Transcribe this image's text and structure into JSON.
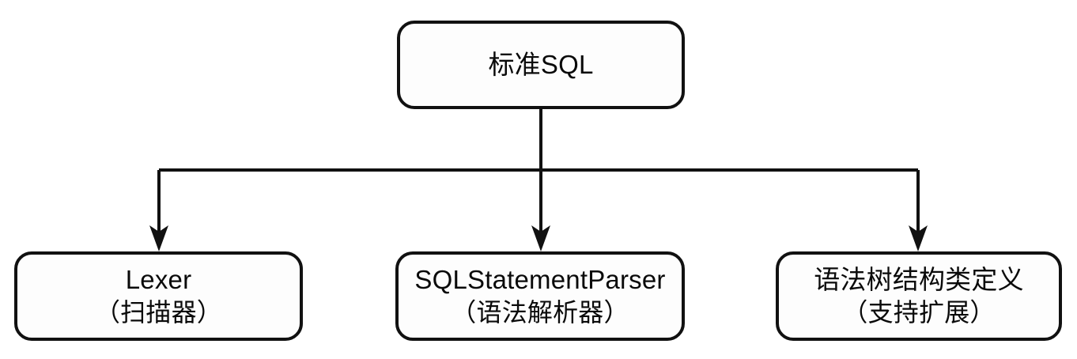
{
  "diagram": {
    "type": "flowchart",
    "orientation": "top-down",
    "background_color": "#ffffff",
    "stroke_color": "#111111",
    "text_color": "#0a0a0a",
    "nodes": [
      {
        "id": "root",
        "title": "标准SQL",
        "subtitle": "",
        "shape": "rounded-rectangle",
        "level": "top"
      },
      {
        "id": "lexer",
        "title": "Lexer",
        "subtitle": "（扫描器）",
        "shape": "rounded-rectangle",
        "level": "bottom"
      },
      {
        "id": "parser",
        "title": "SQLStatementParser",
        "subtitle": "（语法解析器）",
        "shape": "rounded-rectangle",
        "level": "bottom"
      },
      {
        "id": "ast",
        "title": "语法树结构类定义",
        "subtitle": "（支持扩展）",
        "shape": "rounded-rectangle",
        "level": "bottom"
      }
    ],
    "edges": [
      {
        "id": "root-to-lexer",
        "from": "root",
        "to": "lexer",
        "arrow": "arrowhead-down-icon",
        "label": ""
      },
      {
        "id": "root-to-parser",
        "from": "root",
        "to": "parser",
        "arrow": "arrowhead-down-icon",
        "label": ""
      },
      {
        "id": "root-to-ast",
        "from": "root",
        "to": "ast",
        "arrow": "arrowhead-down-icon",
        "label": ""
      }
    ]
  }
}
